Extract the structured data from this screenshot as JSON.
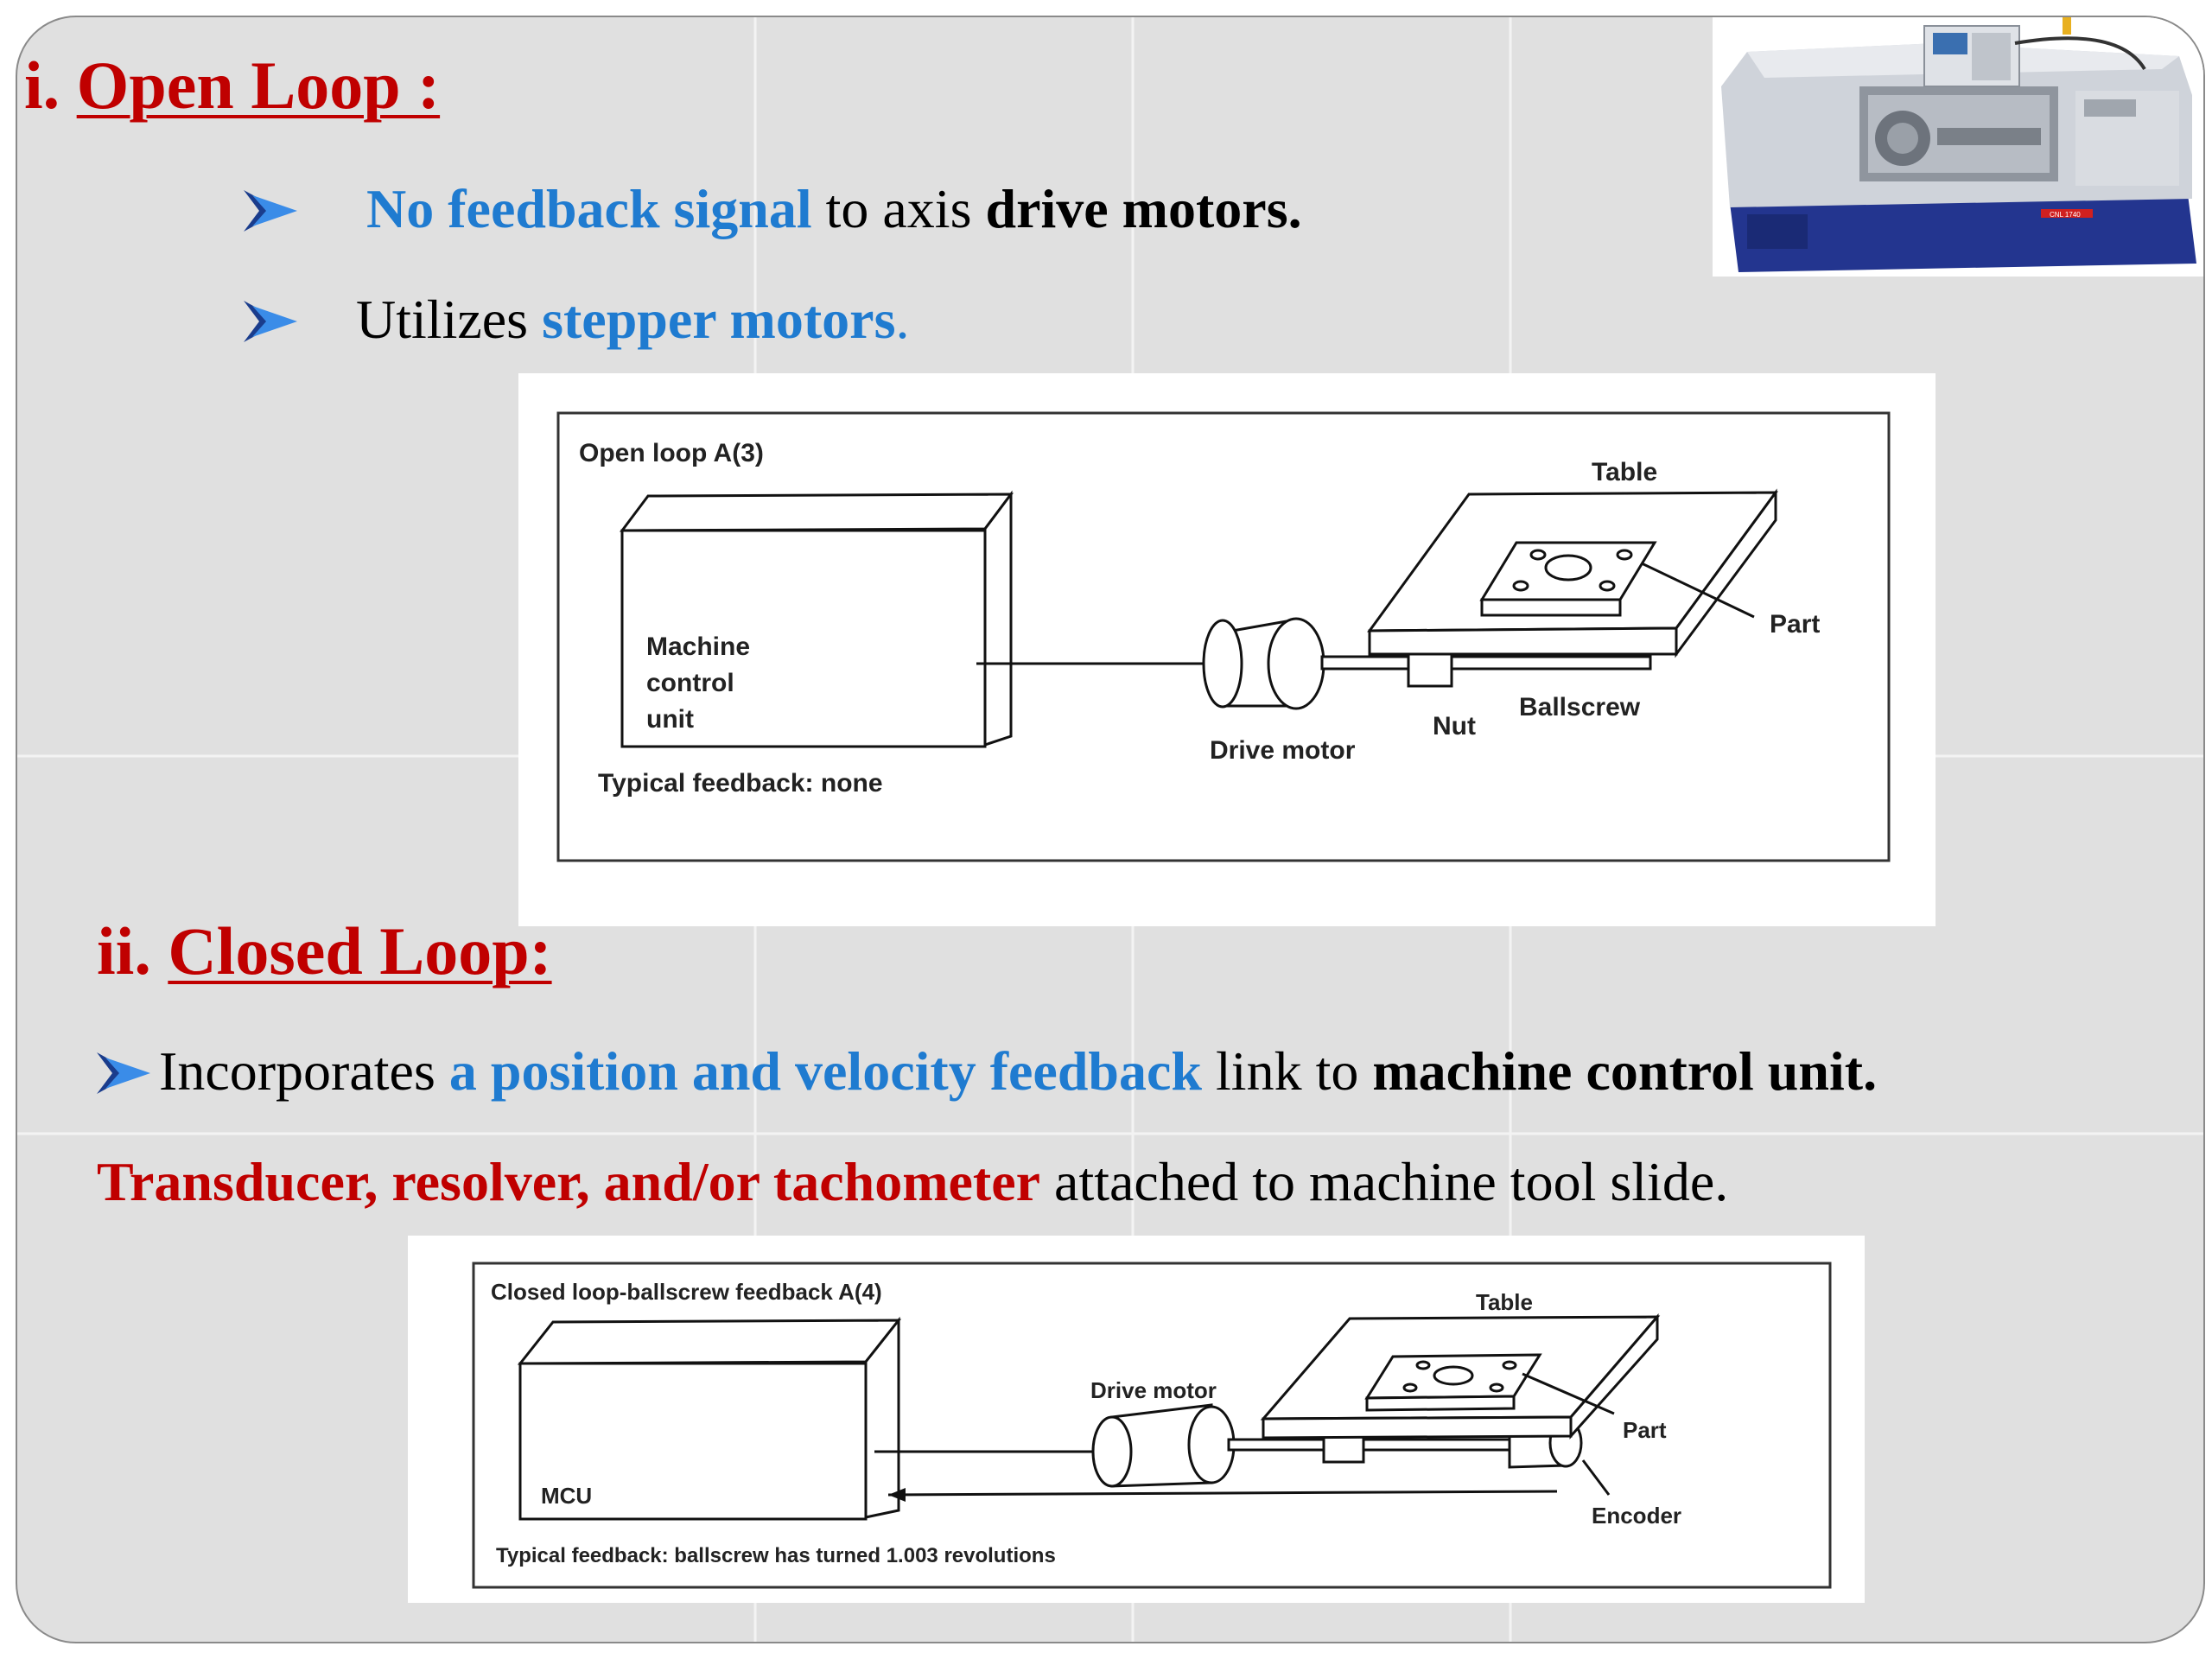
{
  "open_loop": {
    "title_prefix": "i. ",
    "title": "Open Loop :",
    "bullet1": {
      "blue": "No feedback signal",
      "plain": " to axis ",
      "bold": "drive motors."
    },
    "bullet2": {
      "plain": "Utilizes ",
      "blue": "stepper motors",
      "end": "."
    },
    "diagram": {
      "caption": "Open loop A(3)",
      "mcu_label": [
        "Machine",
        "control",
        "unit"
      ],
      "table": "Table",
      "part": "Part",
      "ballscrew": "Ballscrew",
      "nut": "Nut",
      "drive_motor": "Drive motor",
      "feedback": "Typical feedback: none"
    }
  },
  "closed_loop": {
    "title_prefix": "ii. ",
    "title": "Closed Loop:",
    "bullet1": {
      "plain": "Incorporates ",
      "blue": "a position and velocity feedback",
      "plain2": " link to ",
      "bold": "machine control unit."
    },
    "line2": {
      "red": "Transducer, resolver, and/or tachometer",
      "plain": " attached to machine tool slide."
    },
    "diagram": {
      "caption": "Closed loop-ballscrew feedback A(4)",
      "mcu": "MCU",
      "table": "Table",
      "drive_motor": "Drive motor",
      "part": "Part",
      "encoder": "Encoder",
      "feedback": "Typical feedback: ballscrew has turned 1.003 revolutions"
    }
  },
  "machine_photo": {
    "plate_text": "CNL 1740"
  },
  "colors": {
    "title_red": "#c00000",
    "accent_blue": "#1f7bd0",
    "slide_bg": "#e0e0e0"
  }
}
